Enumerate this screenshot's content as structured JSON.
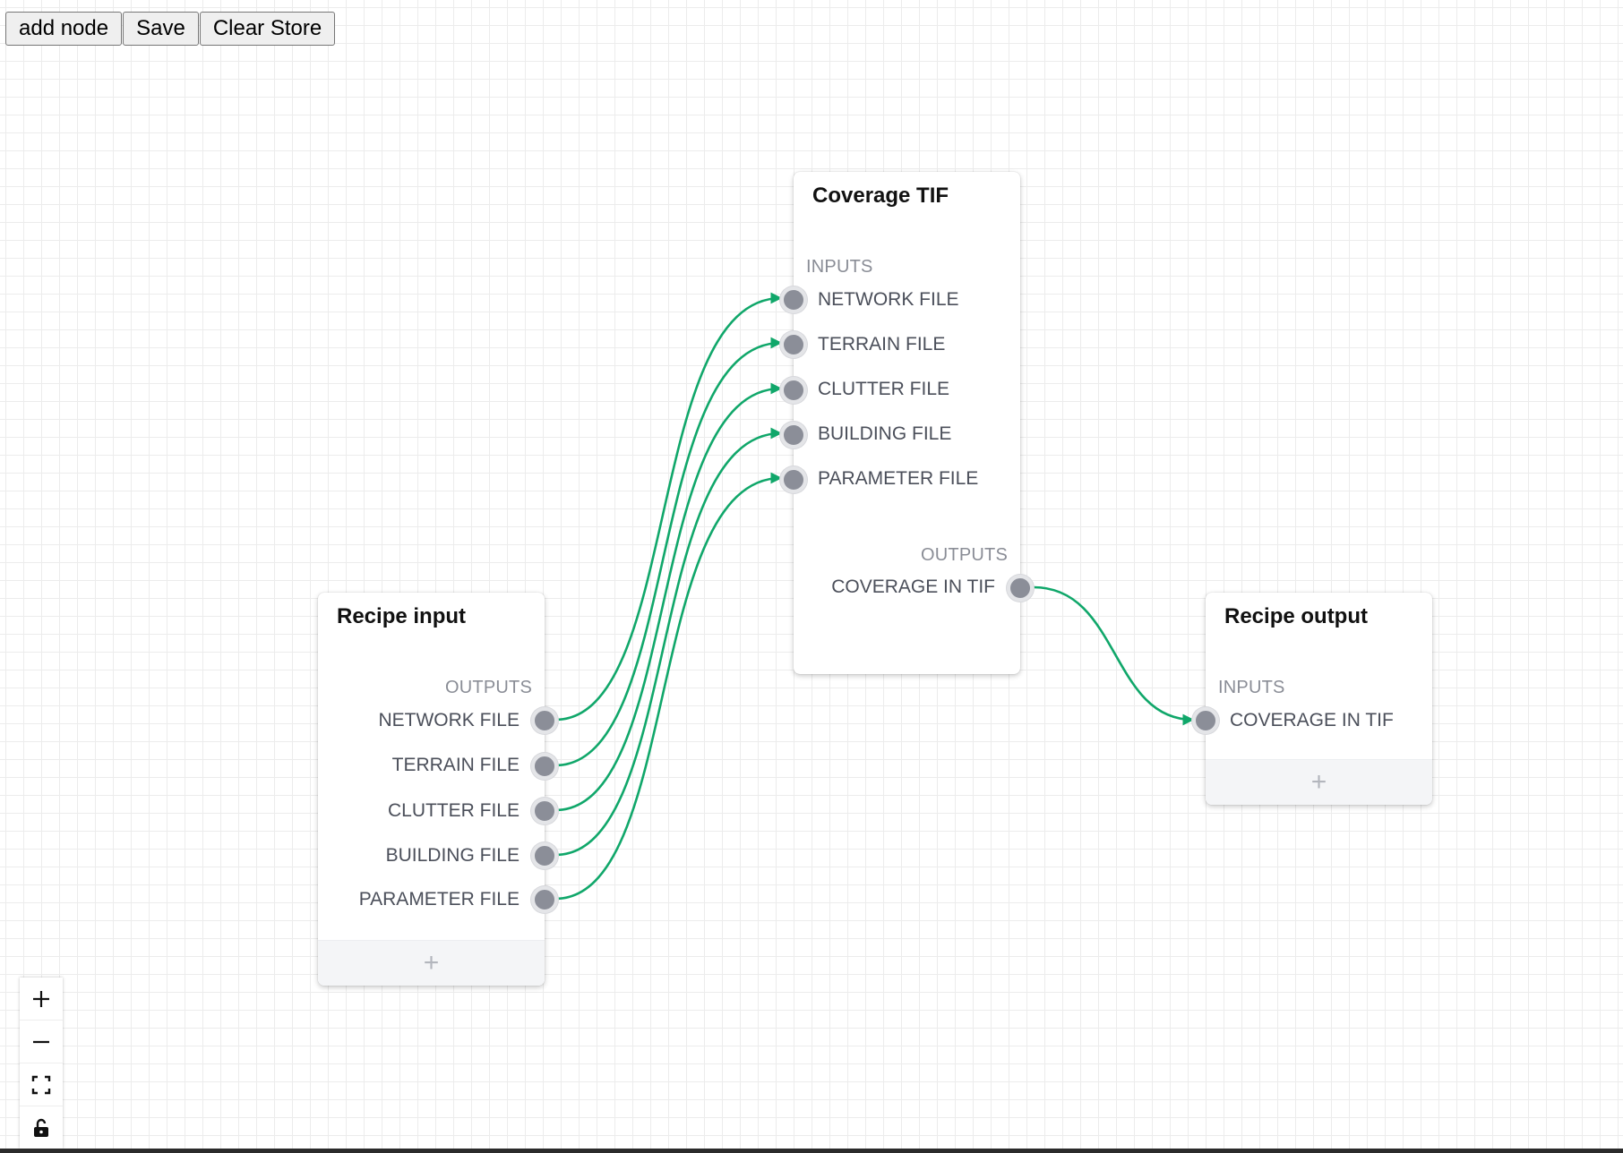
{
  "toolbar": {
    "add_node_label": "add node",
    "save_label": "Save",
    "clear_store_label": "Clear Store"
  },
  "nodes": {
    "recipe_input": {
      "title": "Recipe input",
      "outputs_label": "OUTPUTS",
      "outputs": [
        "NETWORK FILE",
        "TERRAIN FILE",
        "CLUTTER FILE",
        "BUILDING FILE",
        "PARAMETER FILE"
      ],
      "add_icon": "plus-icon"
    },
    "coverage_tif": {
      "title": "Coverage TIF",
      "inputs_label": "INPUTS",
      "inputs": [
        "NETWORK FILE",
        "TERRAIN FILE",
        "CLUTTER FILE",
        "BUILDING FILE",
        "PARAMETER FILE"
      ],
      "outputs_label": "OUTPUTS",
      "outputs": [
        "COVERAGE IN TIF"
      ]
    },
    "recipe_output": {
      "title": "Recipe output",
      "inputs_label": "INPUTS",
      "inputs": [
        "COVERAGE IN TIF"
      ],
      "add_icon": "plus-icon"
    }
  },
  "edges": [
    {
      "from": "Recipe input.NETWORK FILE",
      "to": "Coverage TIF.NETWORK FILE"
    },
    {
      "from": "Recipe input.TERRAIN FILE",
      "to": "Coverage TIF.TERRAIN FILE"
    },
    {
      "from": "Recipe input.CLUTTER FILE",
      "to": "Coverage TIF.CLUTTER FILE"
    },
    {
      "from": "Recipe input.BUILDING FILE",
      "to": "Coverage TIF.BUILDING FILE"
    },
    {
      "from": "Recipe input.PARAMETER FILE",
      "to": "Coverage TIF.PARAMETER FILE"
    },
    {
      "from": "Coverage TIF.COVERAGE IN TIF",
      "to": "Recipe output.COVERAGE IN TIF"
    }
  ],
  "controls": {
    "zoom_in_icon": "plus-icon",
    "zoom_out_icon": "minus-icon",
    "fit_view_icon": "fit-view-icon",
    "lock_icon": "unlock-icon"
  },
  "colors": {
    "edge": "#10a76a",
    "port": "#8b8e98"
  }
}
